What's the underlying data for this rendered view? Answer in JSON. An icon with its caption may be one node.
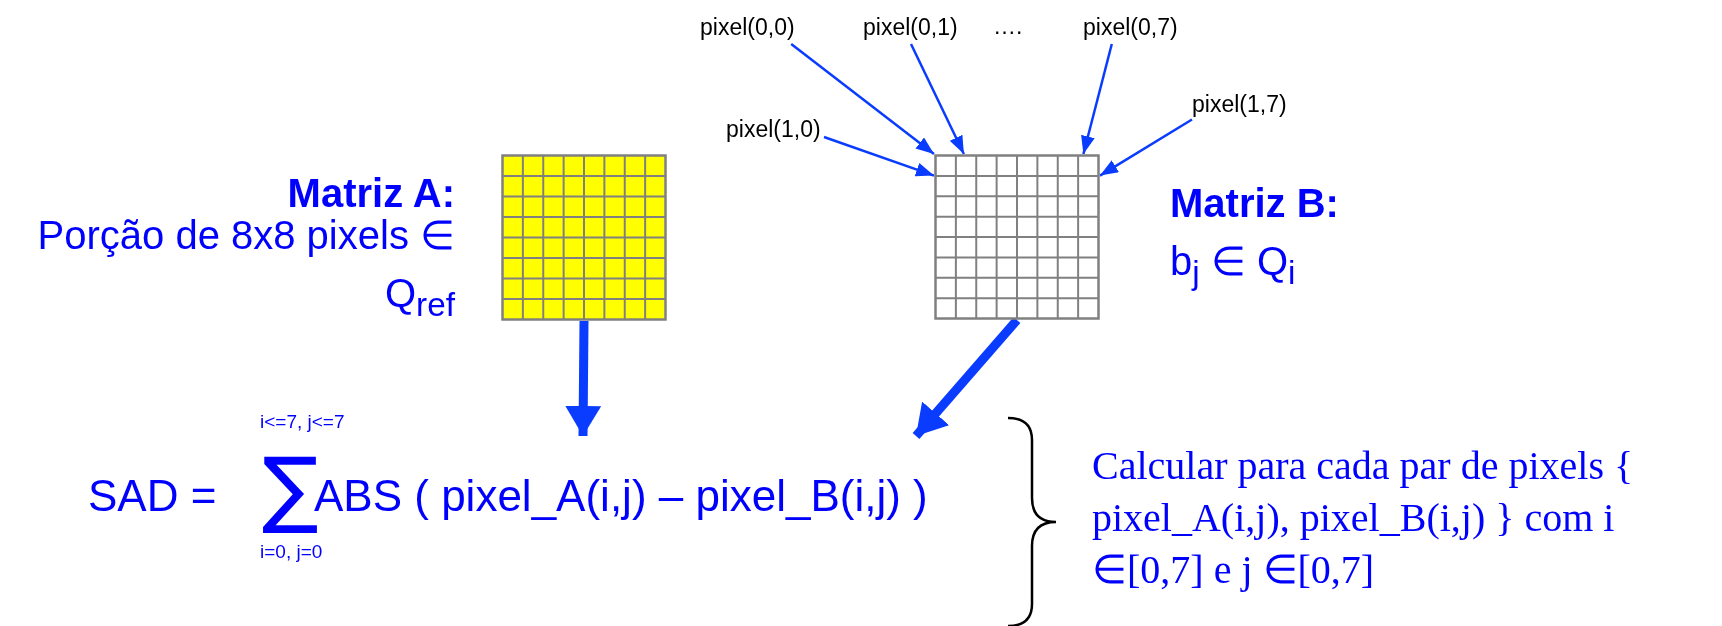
{
  "diagram": {
    "nodes": [
      {
        "text": [
          "pixel(0,0)"
        ]
      },
      {
        "text": [
          "pixel(0,1)"
        ]
      },
      {
        "text": [
          "pixel(0,7)"
        ]
      },
      {
        "text": [
          "pixel(1,7)"
        ]
      },
      {
        "text": [
          "pixel(1,0)"
        ]
      },
      {
        "text": [],
        "shape": "grid",
        "beside": [
          "Matriz A:",
          "Porção de 8x8 pixels ∈ Q$_{ref}$"
        ]
      },
      {
        "text": [],
        "shape": "grid",
        "beside": [
          "Matriz B:",
          "b$_{j}$ ∈ Q$_{i}$"
        ]
      },
      {
        "text": [
          "i<=7, j<=7",
          "SAD =",
          "∑",
          "ABS ( pixel_A(i,j) – pixel_B(i,j) )",
          "i=0, j=0"
        ]
      }
    ],
    "edges": [
      {
        "from": 0,
        "to": 6,
        "arrow": "to"
      },
      {
        "from": 1,
        "to": 6,
        "arrow": "to"
      },
      {
        "from": 2,
        "to": 6,
        "arrow": "to"
      },
      {
        "from": 3,
        "to": 6,
        "arrow": "to"
      },
      {
        "from": 4,
        "to": 6,
        "arrow": "to"
      },
      {
        "from": 5,
        "to": 7,
        "arrow": "to",
        "style": "thick"
      },
      {
        "from": 6,
        "to": 7,
        "arrow": "to",
        "style": "thick"
      }
    ],
    "labels": [
      "….",
      "Calcular para cada par de pixels { pixel_A(i,j), pixel_B(i,j) } com i ∈[0,7] e j ∈[0,7]"
    ]
  }
}
